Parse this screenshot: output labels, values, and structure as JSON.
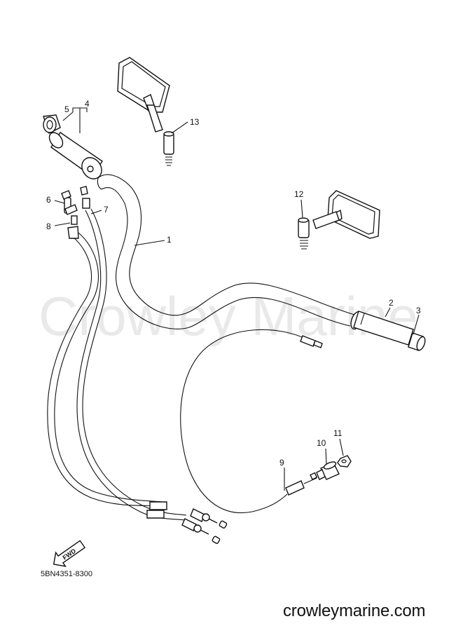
{
  "watermark": "Crowley Marine",
  "diagram_code": "5BN4351-8300",
  "website": "crowleymarine.com",
  "fwd_label": "FWD",
  "callouts": [
    "1",
    "2",
    "3",
    "4",
    "5",
    "6",
    "7",
    "8",
    "9",
    "10",
    "11",
    "12",
    "13"
  ],
  "parts": [
    "handlebar",
    "right-grip",
    "grip-end",
    "left-grip-assembly",
    "left-grip-end",
    "throttle-cable-adjuster",
    "throttle-cable",
    "cable-adjuster-nut",
    "choke-cable",
    "choke-lever",
    "nut",
    "right-mirror",
    "left-mirror"
  ]
}
